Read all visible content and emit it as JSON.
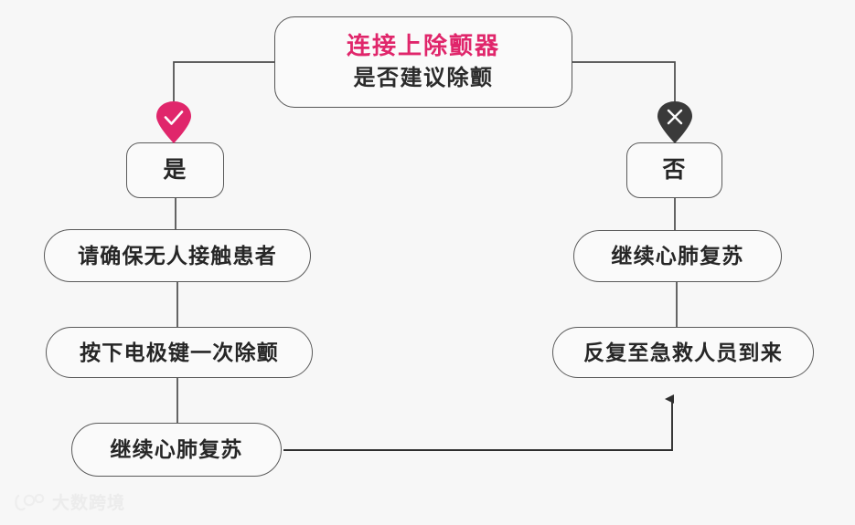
{
  "page": {
    "background_color": "#f7f7f7",
    "accent_color": "#e0266b",
    "line_color": "#4a4a4a",
    "text_color": "#262626"
  },
  "flowchart": {
    "root": {
      "title": "连接上除颤器",
      "subtitle": "是否建议除颤"
    },
    "branches": {
      "yes": {
        "label": "是",
        "marker_icon": "check-pin-icon",
        "marker_color": "#e0266b",
        "steps": [
          "请确保无人接触患者",
          "按下电极键一次除颤",
          "继续心肺复苏"
        ]
      },
      "no": {
        "label": "否",
        "marker_icon": "cross-pin-icon",
        "marker_color": "#3a3a3a",
        "steps": [
          "继续心肺复苏",
          "反复至急救人员到来"
        ]
      }
    }
  },
  "watermark": {
    "text": "大数跨境",
    "logo_icon": "paw-logo-icon"
  }
}
